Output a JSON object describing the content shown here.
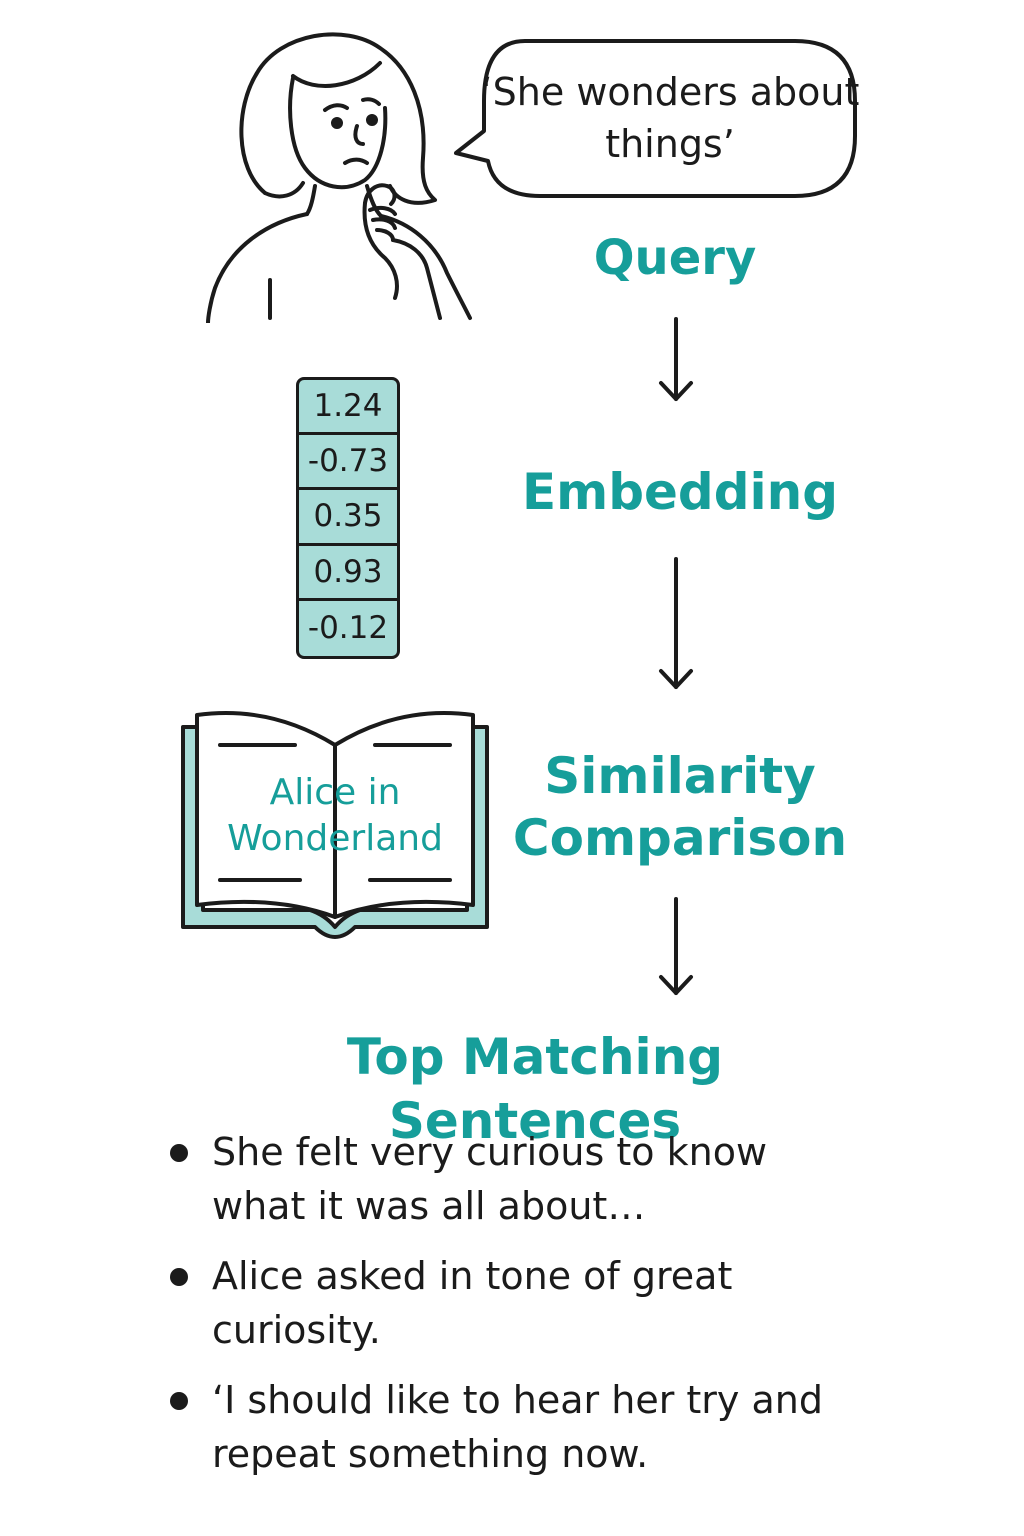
{
  "query_text": "‘She wonders about things’",
  "steps": {
    "query": "Query",
    "embedding": "Embedding",
    "similarity": "Similarity Comparison",
    "results": "Top Matching Sentences"
  },
  "embedding_values": [
    "1.24",
    "-0.73",
    "0.35",
    "0.93",
    "-0.12"
  ],
  "book_title": "Alice in Wonderland",
  "results": [
    "She felt very curious to know what it was all about…",
    "Alice asked in tone of great curiosity.",
    "‘I should like to hear her try and repeat something now."
  ],
  "colors": {
    "accent": "#169e9a",
    "vector_fill": "#a8dcd8",
    "book_fill": "#a8dcd8",
    "ink": "#1b1b1b"
  },
  "icons": [
    "thinking-woman-illustration",
    "speech-bubble-icon",
    "down-arrow-icon",
    "open-book-icon",
    "bullet-icon"
  ]
}
